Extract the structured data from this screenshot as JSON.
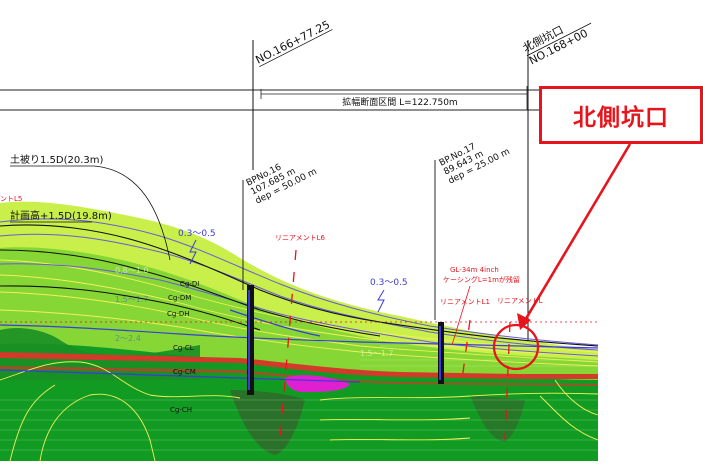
{
  "stations": {
    "left": "NO.166+77.25",
    "right_name": "北側坑口",
    "right": "NO.168+00"
  },
  "section_label": "拡幅断面区間 L=122.750m",
  "callout": {
    "label": "北側坑口",
    "color": "#e8141c"
  },
  "left_labels": {
    "cover": "土被り1.5D(20.3m)",
    "plan": "計画高+1.5D(19.8m)",
    "edge_red": "ントL5"
  },
  "boreholes": [
    {
      "name": "BPNo.16",
      "elev": "107.685 m",
      "depth": "dep = 50.00 m"
    },
    {
      "name": "BP.No.17",
      "elev": "89.643 m",
      "depth": "dep = 25.00 m"
    }
  ],
  "blue_labels": {
    "ratio_left": "0.3～0.5",
    "ratio_right": "0.3～0.5"
  },
  "red_labels": {
    "lineament_l6": "リニアメントL6",
    "gl_note_1": "GL-34m 4inch",
    "gl_note_2": "ケーシングL=1mが残留",
    "lineament_l1": "リニアメントL1",
    "lineament_l": "リニアメントL"
  },
  "rock_labels": [
    "Cg-DI",
    "Cg-DM",
    "Cg-DH",
    "Cg-CL",
    "Cg-CM",
    "Cg-CH"
  ],
  "faint_labels": [
    "0.8～1.0",
    "1.5～1.7",
    "2～2.4",
    "1.5～1.7"
  ],
  "colors": {
    "ground_light": "#c9ef4a",
    "ground_mid": "#7fd232",
    "ground_dark": "#129b22",
    "accent_red": "#e8141c",
    "magenta": "#e020d0",
    "blue": "#3b3bd8"
  }
}
